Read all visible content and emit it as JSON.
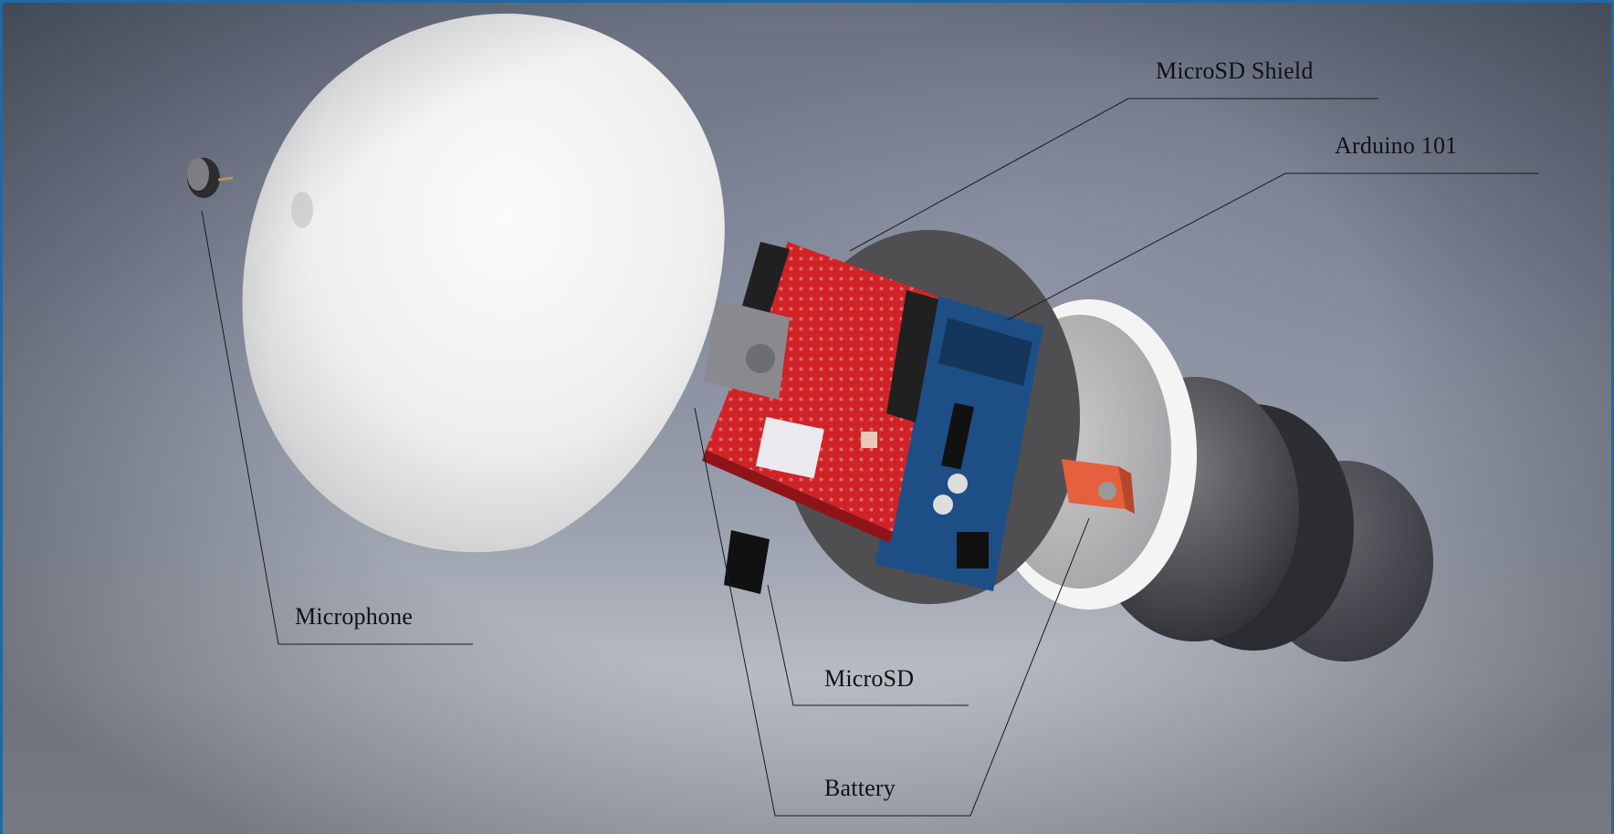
{
  "labels": {
    "microsd_shield": "MicroSD Shield",
    "arduino": "Arduino 101",
    "microphone": "Microphone",
    "microsd": "MicroSD",
    "battery": "Battery"
  },
  "colors": {
    "frame": "#1f6aa0",
    "shell": "#f3f3f3",
    "shield_board": "#d0262b",
    "arduino_board": "#1d4f86",
    "battery_holder": "#e5603c",
    "plate": "#4d4d4f"
  }
}
